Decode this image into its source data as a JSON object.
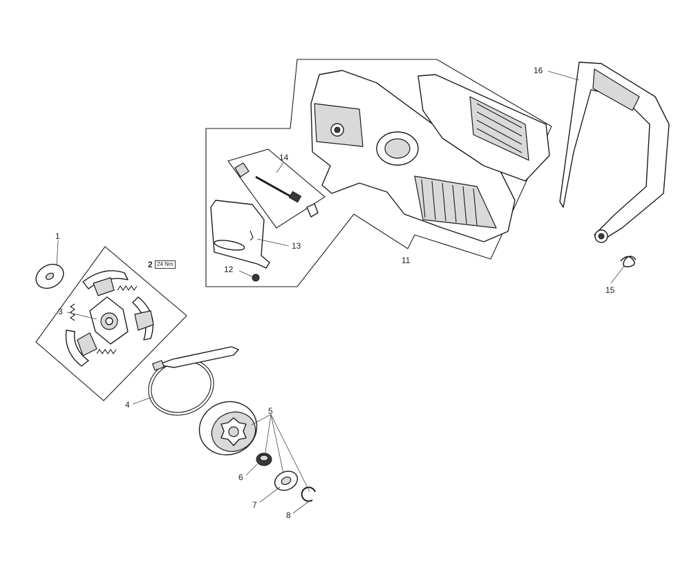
{
  "callouts": [
    {
      "id": "p1",
      "text": "1"
    },
    {
      "id": "p2",
      "text": "2"
    },
    {
      "id": "p3",
      "text": "3"
    },
    {
      "id": "p4",
      "text": "4"
    },
    {
      "id": "p5",
      "text": "5"
    },
    {
      "id": "p6",
      "text": "6"
    },
    {
      "id": "p7",
      "text": "7"
    },
    {
      "id": "p8",
      "text": "8"
    },
    {
      "id": "p11",
      "text": "11"
    },
    {
      "id": "p12",
      "text": "12"
    },
    {
      "id": "p13",
      "text": "13"
    },
    {
      "id": "p14",
      "text": "14"
    },
    {
      "id": "p15",
      "text": "15"
    },
    {
      "id": "p16",
      "text": "16"
    }
  ],
  "torque_spec": "24 Nm"
}
